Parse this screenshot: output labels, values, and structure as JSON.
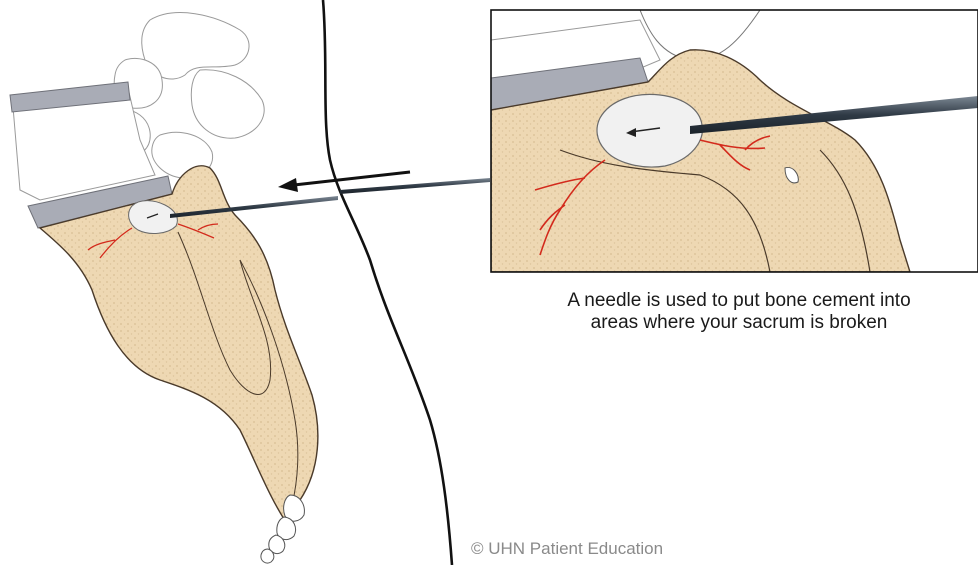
{
  "caption": {
    "line1": "A needle is used to put bone cement into",
    "line2": "areas where your sacrum is broken"
  },
  "credit": "© UHN Patient Education",
  "colors": {
    "bone": "#eed8b3",
    "bone_outline": "#4a3a2a",
    "disc": "#a9acb6",
    "cement": "#f1f1f1",
    "fracture": "#d32a1c",
    "needle": "#2f3a45",
    "line": "#111111"
  }
}
